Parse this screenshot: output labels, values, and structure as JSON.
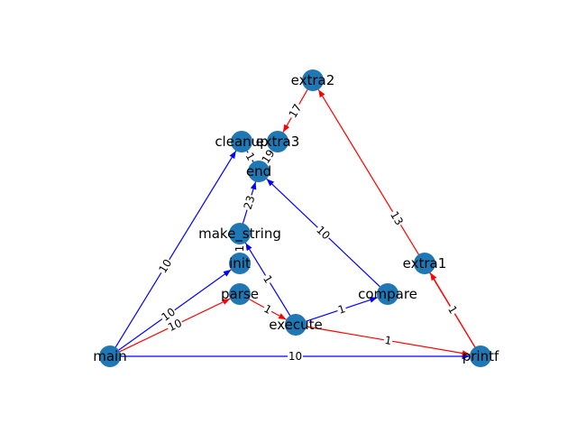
{
  "colors": {
    "node": "#1f77b4",
    "edge_blue": "#0000ff",
    "edge_red": "#ff0000"
  },
  "nodes": [
    {
      "id": "main",
      "label": "main"
    },
    {
      "id": "printf",
      "label": "printf"
    },
    {
      "id": "extra2",
      "label": "extra2"
    },
    {
      "id": "cleanup",
      "label": "cleanup"
    },
    {
      "id": "extra3",
      "label": "extra3"
    },
    {
      "id": "end",
      "label": "end"
    },
    {
      "id": "make_string",
      "label": "make_string"
    },
    {
      "id": "init",
      "label": "init"
    },
    {
      "id": "parse",
      "label": "parse"
    },
    {
      "id": "execute",
      "label": "execute"
    },
    {
      "id": "compare",
      "label": "compare"
    },
    {
      "id": "extra1",
      "label": "extra1"
    }
  ],
  "edges": [
    {
      "source": "main",
      "target": "printf",
      "weight": "10",
      "color": "blue"
    },
    {
      "source": "main",
      "target": "cleanup",
      "weight": "10",
      "color": "blue"
    },
    {
      "source": "main",
      "target": "init",
      "weight": "10",
      "color": "blue"
    },
    {
      "source": "main",
      "target": "parse",
      "weight": "10",
      "color": "red"
    },
    {
      "source": "parse",
      "target": "execute",
      "weight": "1",
      "color": "red"
    },
    {
      "source": "execute",
      "target": "printf",
      "weight": "1",
      "color": "red"
    },
    {
      "source": "execute",
      "target": "compare",
      "weight": "1",
      "color": "blue"
    },
    {
      "source": "execute",
      "target": "make_string",
      "weight": "1",
      "color": "blue"
    },
    {
      "source": "compare",
      "target": "end",
      "weight": "10",
      "color": "blue"
    },
    {
      "source": "make_string",
      "target": "end",
      "weight": "23",
      "color": "blue"
    },
    {
      "source": "init",
      "target": "make_string",
      "weight": "1",
      "color": "blue"
    },
    {
      "source": "printf",
      "target": "extra1",
      "weight": "1",
      "color": "red"
    },
    {
      "source": "printf",
      "target": "extra2",
      "weight": "13",
      "color": "red"
    },
    {
      "source": "extra2",
      "target": "extra3",
      "weight": "17",
      "color": "red"
    },
    {
      "source": "extra3",
      "target": "end",
      "weight": "19",
      "color": "red"
    },
    {
      "source": "cleanup",
      "target": "end",
      "weight": "1",
      "color": "blue"
    }
  ]
}
